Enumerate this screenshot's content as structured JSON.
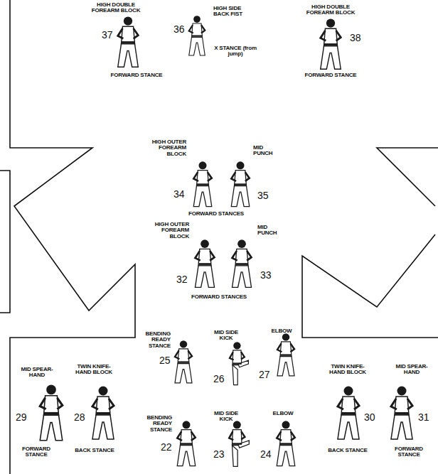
{
  "diagram": {
    "labels": [
      "HIGH DOUBLE FOREARM BLOCK",
      "37",
      "FORWARD STANCE",
      "HIGH SIDE BACK FIST",
      "36",
      "X STANCE (from jump)",
      "HIGH DOUBLE FOREARM BLOCK",
      "38",
      "FORWARD STANCE",
      "HIGH OUTER FOREARM BLOCK",
      "34",
      "MID PUNCH",
      "35",
      "FORWARD STANCES",
      "HIGH OUTER FOREARM BLOCK",
      "32",
      "MID PUNCH",
      "33",
      "FORWARD STANCES",
      "BENDING READY STANCE",
      "25",
      "MID SIDE KICK",
      "26",
      "ELBOW",
      "27",
      "MID SPEAR-HAND",
      "29",
      "FORWARD STANCE",
      "TWIN KNIFE-HAND BLOCK",
      "28",
      "BACK STANCE",
      "BENDING READY STANCE",
      "22",
      "MID SIDE KICK",
      "23",
      "ELBOW",
      "24",
      "TWIN KNIFE-HAND BLOCK",
      "30",
      "BACK STANCE",
      "MID SPEAR-HAND",
      "31",
      "FORWARD STANCE"
    ]
  }
}
